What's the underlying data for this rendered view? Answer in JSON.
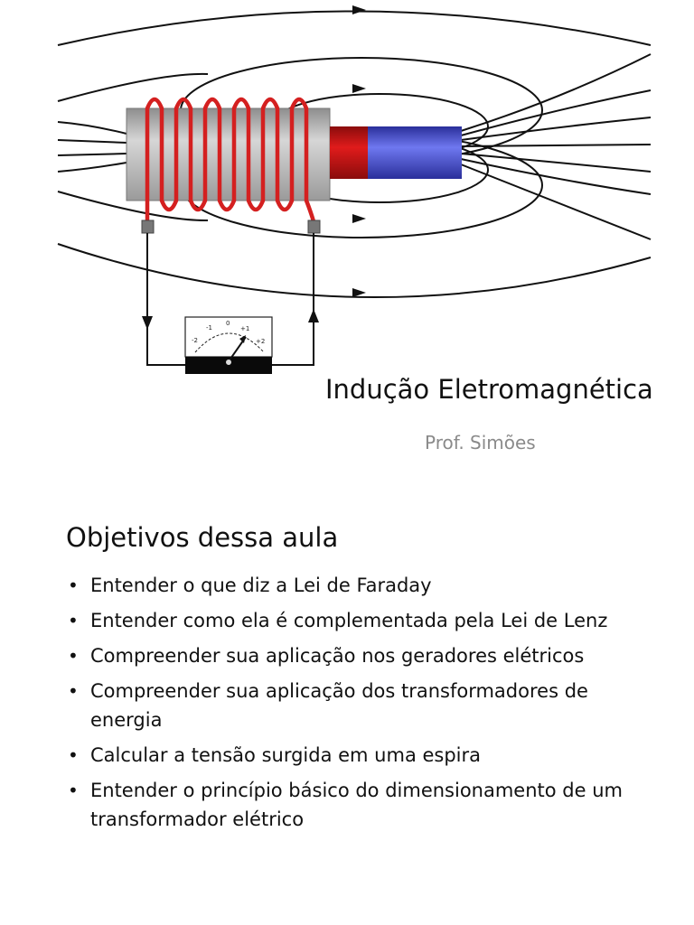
{
  "title_slide": {
    "title": "Indução Eletromagnética",
    "subtitle": "Prof. Simões"
  },
  "figure": {
    "meter_scale_labels": [
      "-2",
      "-1",
      "0",
      "+1",
      "+2"
    ],
    "coil_color": "#cc2222",
    "magnet_north_color": "#dd1a1a",
    "magnet_south_color": "#5b63e6",
    "core_color": "#b5b5b5"
  },
  "objectives": {
    "heading": "Objetivos dessa aula",
    "items": [
      "Entender o que diz a Lei de Faraday",
      "Entender como ela é complementada pela Lei de Lenz",
      "Compreender sua aplicação nos geradores elétricos",
      "Compreender sua aplicação dos transformadores de energia",
      "Calcular a tensão surgida em uma espira",
      "Entender o princípio básico do dimensionamento de um transformador elétrico"
    ]
  }
}
